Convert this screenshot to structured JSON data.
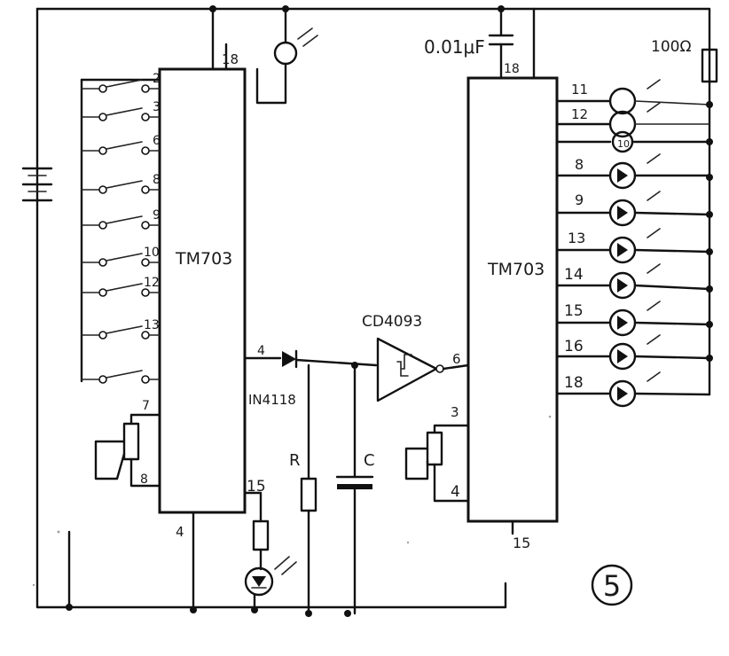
{
  "diagram": {
    "figure_number": "5",
    "chips": {
      "left": {
        "name": "TM703"
      },
      "right": {
        "name": "TM703"
      },
      "gate": {
        "name": "CD4093",
        "pin_in": "4",
        "pin_out": "6"
      }
    },
    "components": {
      "capacitor_top": {
        "label": "0.01μF"
      },
      "resistor_top": {
        "label": "100Ω"
      },
      "diode": {
        "label": "IN4118",
        "pin": "4"
      },
      "resistor_r": {
        "label": "R"
      },
      "capacitor_c": {
        "label": "C"
      }
    },
    "left_chip_pins": {
      "top": "18",
      "bottom": "4",
      "out": "15",
      "pot_top": "7",
      "pot_bottom": "8",
      "switch_rows": [
        "2",
        "3",
        "6",
        "8",
        "9",
        "10",
        "12",
        "13",
        ""
      ]
    },
    "right_chip_pins": {
      "top": "18",
      "bottom": "15",
      "pot_top": "3",
      "pot_bottom": "4",
      "led_rows": [
        "11",
        "12",
        "10",
        "8",
        "9",
        "13",
        "14",
        "15",
        "16",
        "18"
      ]
    }
  }
}
